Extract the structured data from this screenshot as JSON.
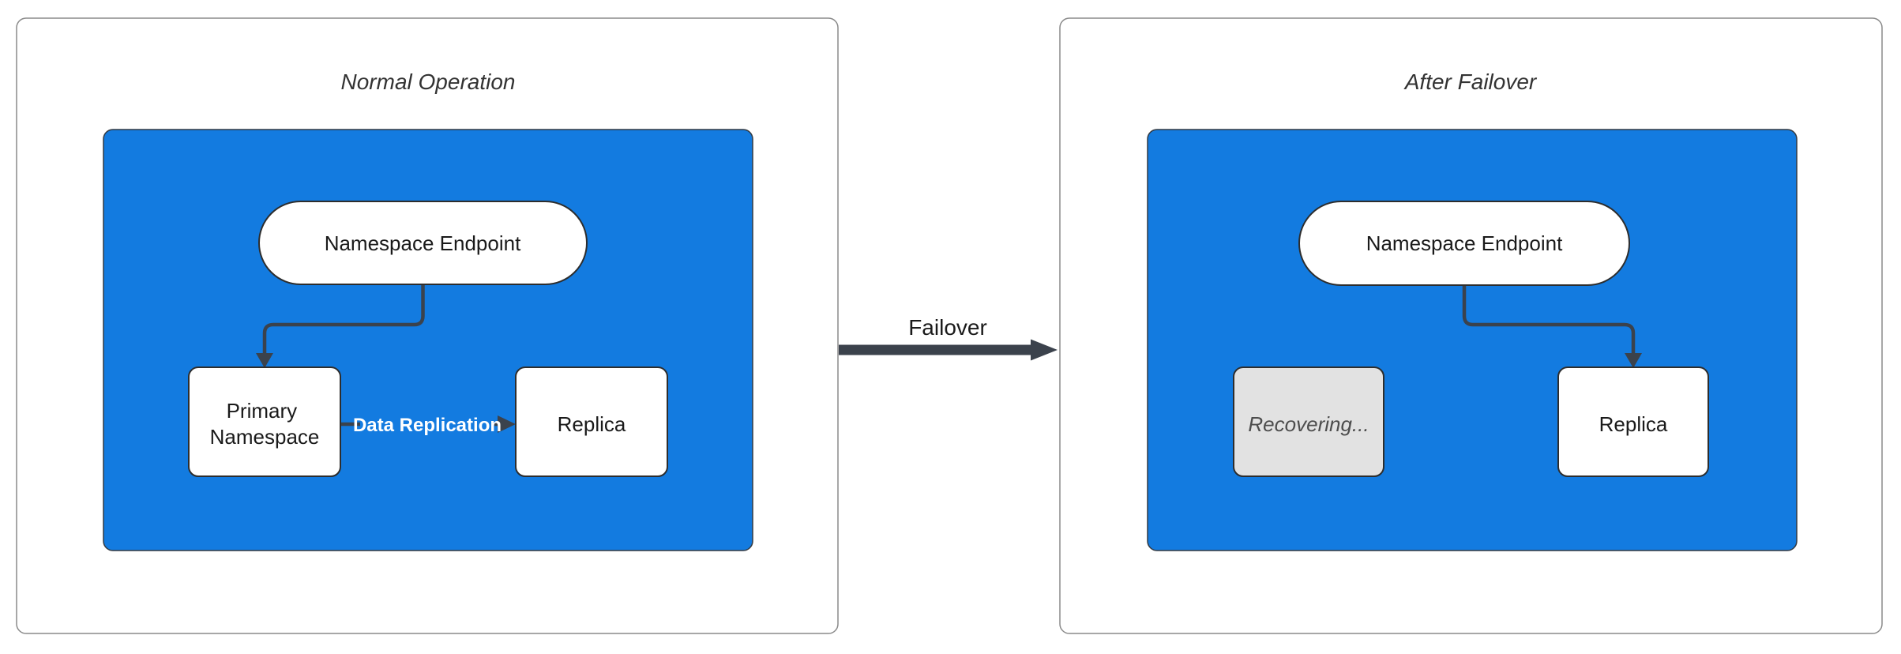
{
  "diagram": {
    "left_panel": {
      "title": "Normal Operation",
      "endpoint_label": "Namespace Endpoint",
      "primary_line1": "Primary",
      "primary_line2": "Namespace",
      "replica_label": "Replica",
      "replication_edge_label": "Data Replication"
    },
    "transition": {
      "label": "Failover"
    },
    "right_panel": {
      "title": "After Failover",
      "endpoint_label": "Namespace Endpoint",
      "recovering_label": "Recovering...",
      "replica_label": "Replica"
    },
    "colors": {
      "namespace_fill": "#137be0",
      "node_fill": "#ffffff",
      "recovering_fill": "#e2e2e2",
      "node_border": "#2d2d2d",
      "edge_color": "#3b424c",
      "panel_border": "#8a8a8a",
      "edge_label_text": "#ffffff",
      "title_text": "#333333"
    }
  }
}
